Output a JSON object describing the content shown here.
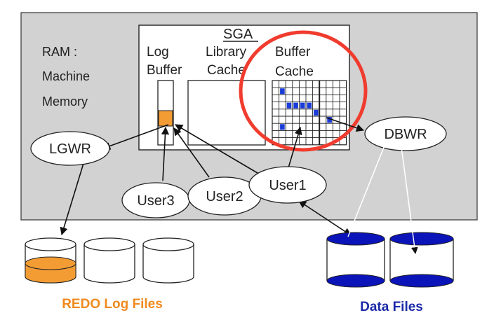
{
  "ram": {
    "line1": "RAM :",
    "line2": "Machine",
    "line3": "Memory"
  },
  "sga": {
    "title": "SGA"
  },
  "log_buffer": {
    "line1": "Log",
    "line2": "Buffer"
  },
  "library_cache": {
    "line1": "Library",
    "line2": "Cache"
  },
  "buffer_cache": {
    "line1": "Buffer",
    "line2": "Cache"
  },
  "processes": {
    "lgwr": "LGWR",
    "dbwr": "DBWR",
    "user1": "User1",
    "user2": "User2",
    "user3": "User3"
  },
  "storage": {
    "redo_label": "REDO Log Files",
    "data_label": "Data Files"
  },
  "colors": {
    "ram_bg": "#d2d2d2",
    "highlight_circle": "#f03c2e",
    "log_fill": "#f39c34",
    "data_blue": "#0a14b8",
    "redo_label": "#f08a1e",
    "data_label": "#1a2aa8",
    "dirty_block": "#1a3cd8"
  }
}
